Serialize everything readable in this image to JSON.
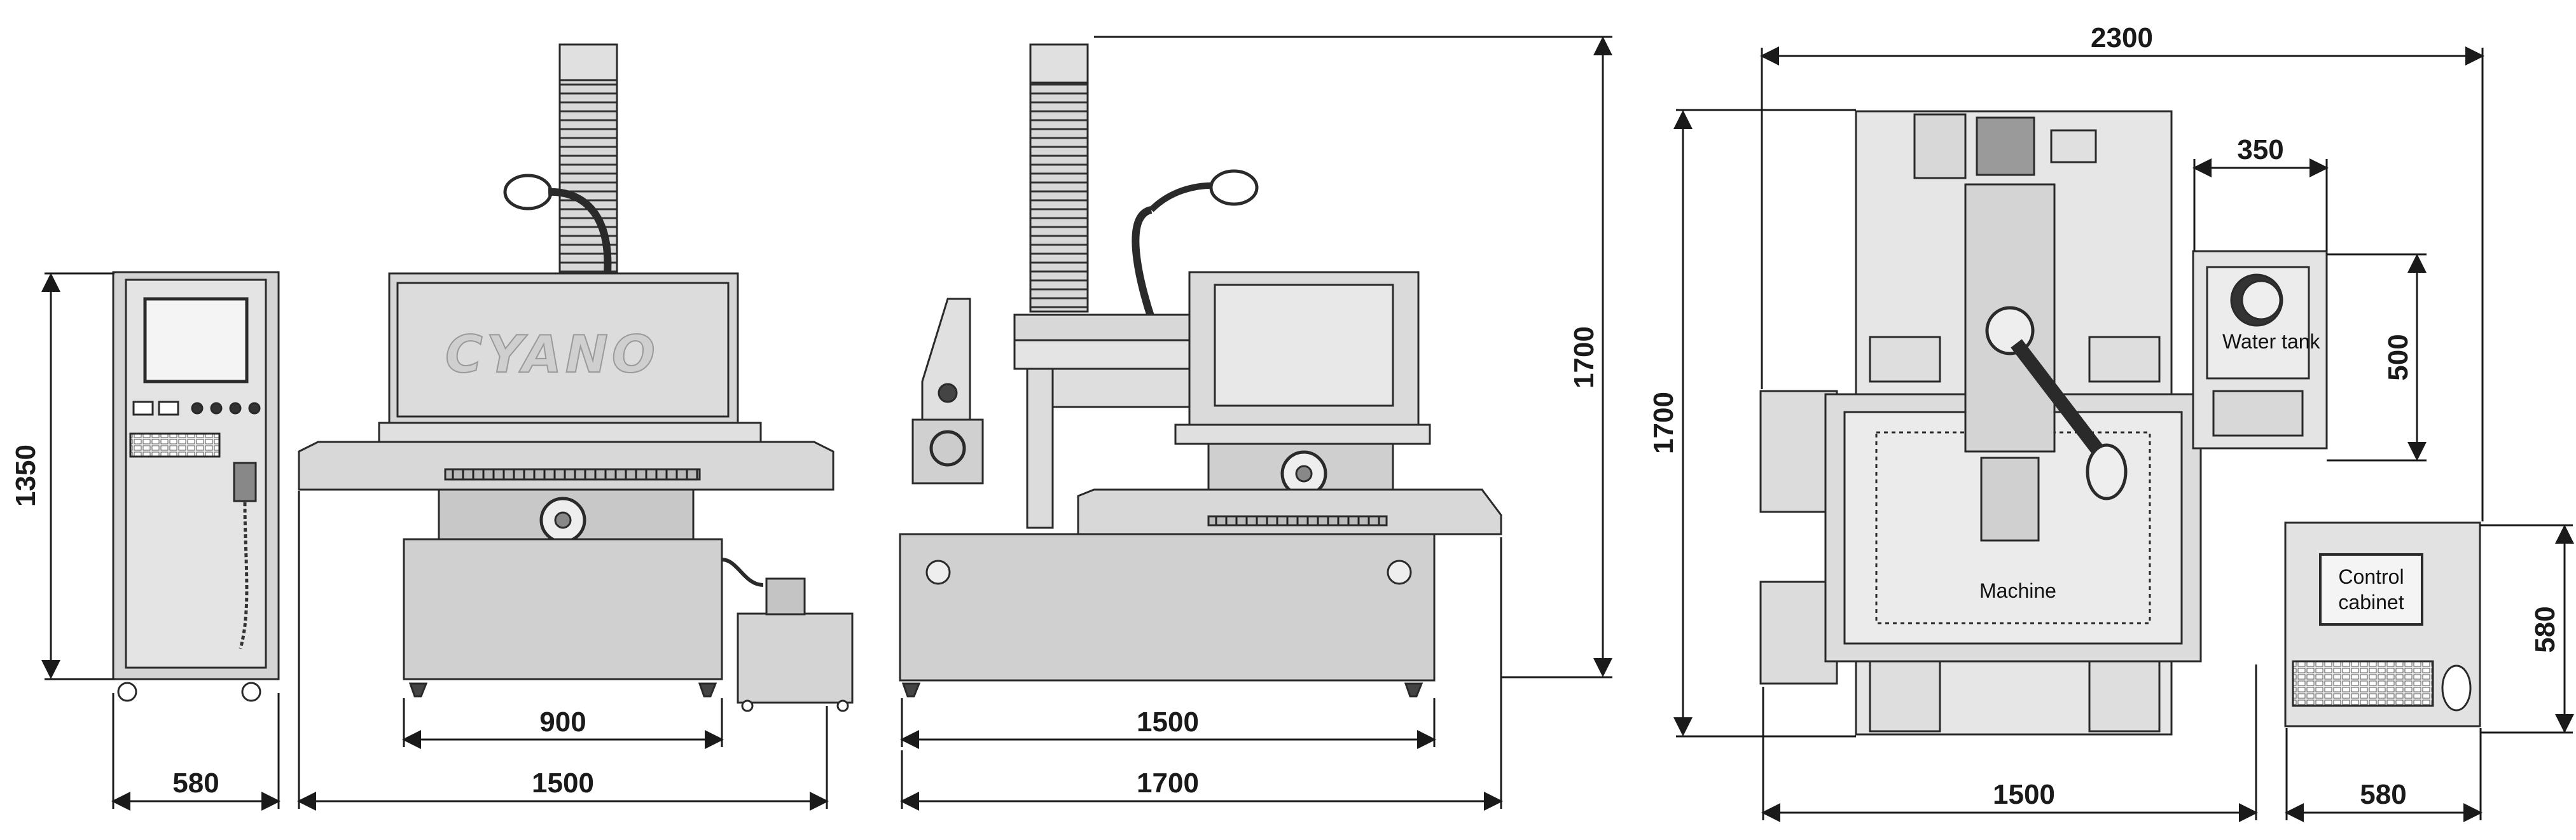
{
  "brand": {
    "logo_text": "CYANO"
  },
  "labels": {
    "water_tank": "Water tank",
    "machine": "Machine",
    "control_cabinet_line1": "Control",
    "control_cabinet_line2": "cabinet"
  },
  "dimensions": {
    "cabinet_width": "580",
    "cabinet_height": "1350",
    "front_worktable": "900",
    "front_total_width": "1500",
    "side_base": "1500",
    "side_total_width": "1700",
    "side_height": "1700",
    "top_total_width": "2300",
    "top_depth": "1700",
    "tank_width": "350",
    "tank_height": "500",
    "cabinet_top_height": "580",
    "top_machine_width": "1500",
    "top_cabinet_width": "580"
  },
  "colors": {
    "body": "#d2d2d2",
    "body_light": "#e6e6e6",
    "body_dark": "#a8a8a8",
    "line": "#2a2a2a",
    "screen": "#f2f2f2"
  }
}
